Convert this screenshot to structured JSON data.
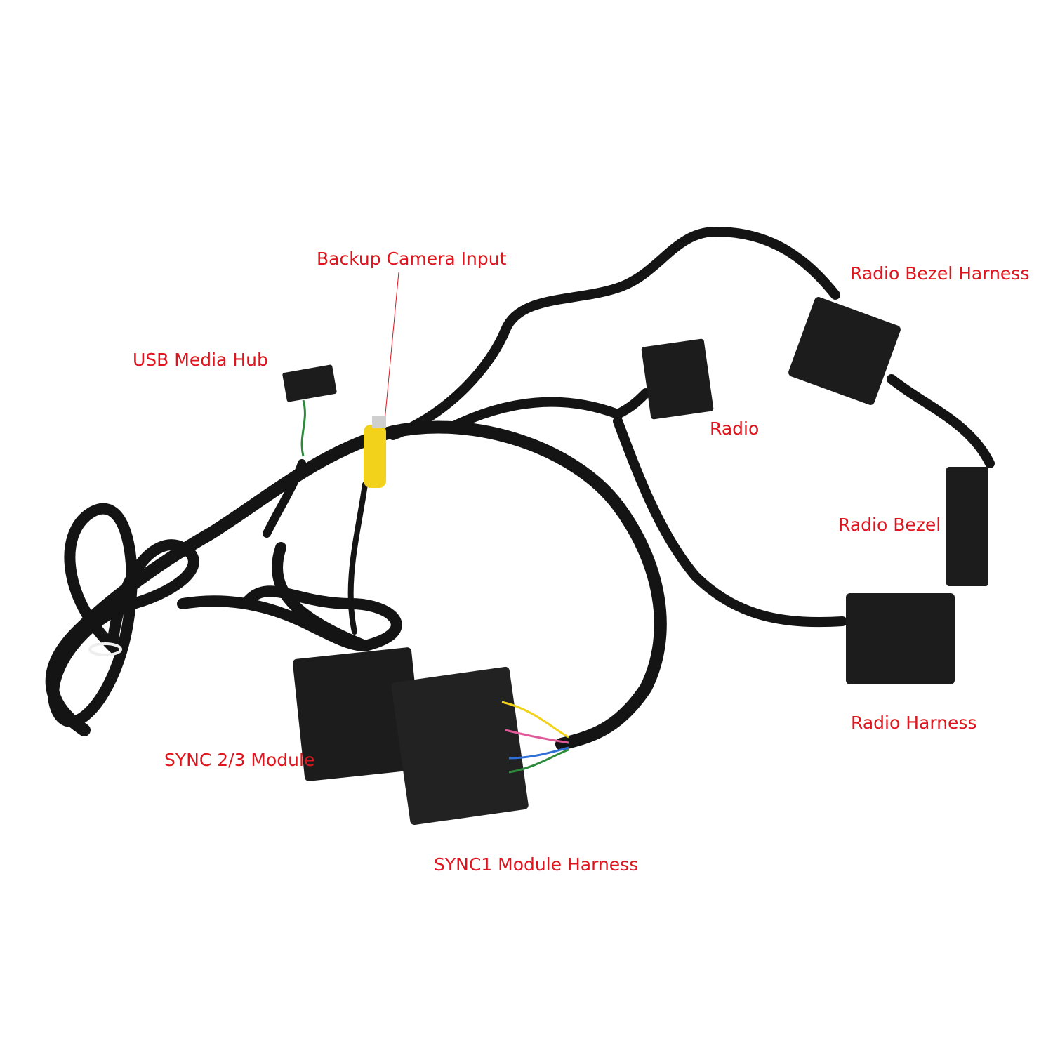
{
  "labels": {
    "backup_camera": "Backup Camera Input",
    "usb_hub": "USB Media Hub",
    "radio_bezel_harness": "Radio Bezel Harness",
    "radio": "Radio",
    "radio_bezel": "Radio Bezel",
    "radio_harness": "Radio Harness",
    "sync23": "SYNC 2/3 Module",
    "sync1": "SYNC1 Module Harness"
  },
  "colors": {
    "label": "#e0141c",
    "cable": "#111111",
    "rca": "#f2d21a",
    "background": "#ffffff"
  }
}
